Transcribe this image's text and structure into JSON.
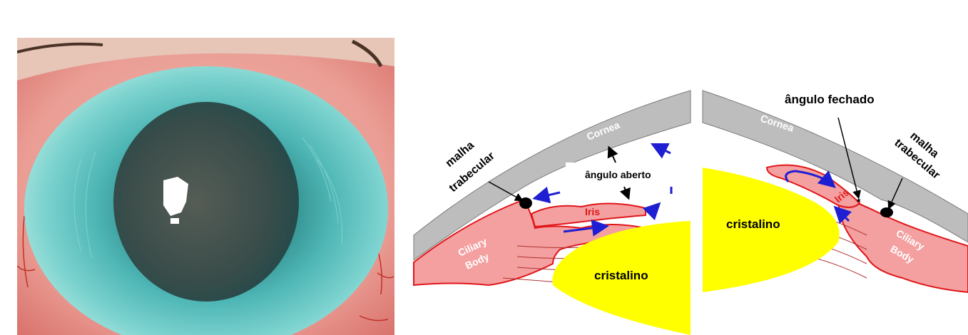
{
  "diagram": {
    "open_angle": {
      "cornea": "Cornea",
      "trabecular_meshwork": [
        "malha",
        "trabecular"
      ],
      "angle": "ângulo aberto",
      "iris": "Iris",
      "ciliary_body": [
        "Ciliary",
        "Body"
      ],
      "lens": "cristalino"
    },
    "closed_angle": {
      "cornea": "Cornea",
      "angle": "ângulo fechado",
      "trabecular_meshwork": [
        "malha",
        "trabecular"
      ],
      "iris": "Iris",
      "ciliary_body": [
        "Ciliary",
        "Body"
      ],
      "lens": "cristalino",
      "marker": "*"
    }
  },
  "colors": {
    "cornea": "#bdbdbd",
    "iris_tissue": "#f4a0a0",
    "tissue_outline": "#e0161a",
    "lens": "#ffff00",
    "flow_arrow": "#1e1ed2",
    "label_red": "#e0161a"
  }
}
